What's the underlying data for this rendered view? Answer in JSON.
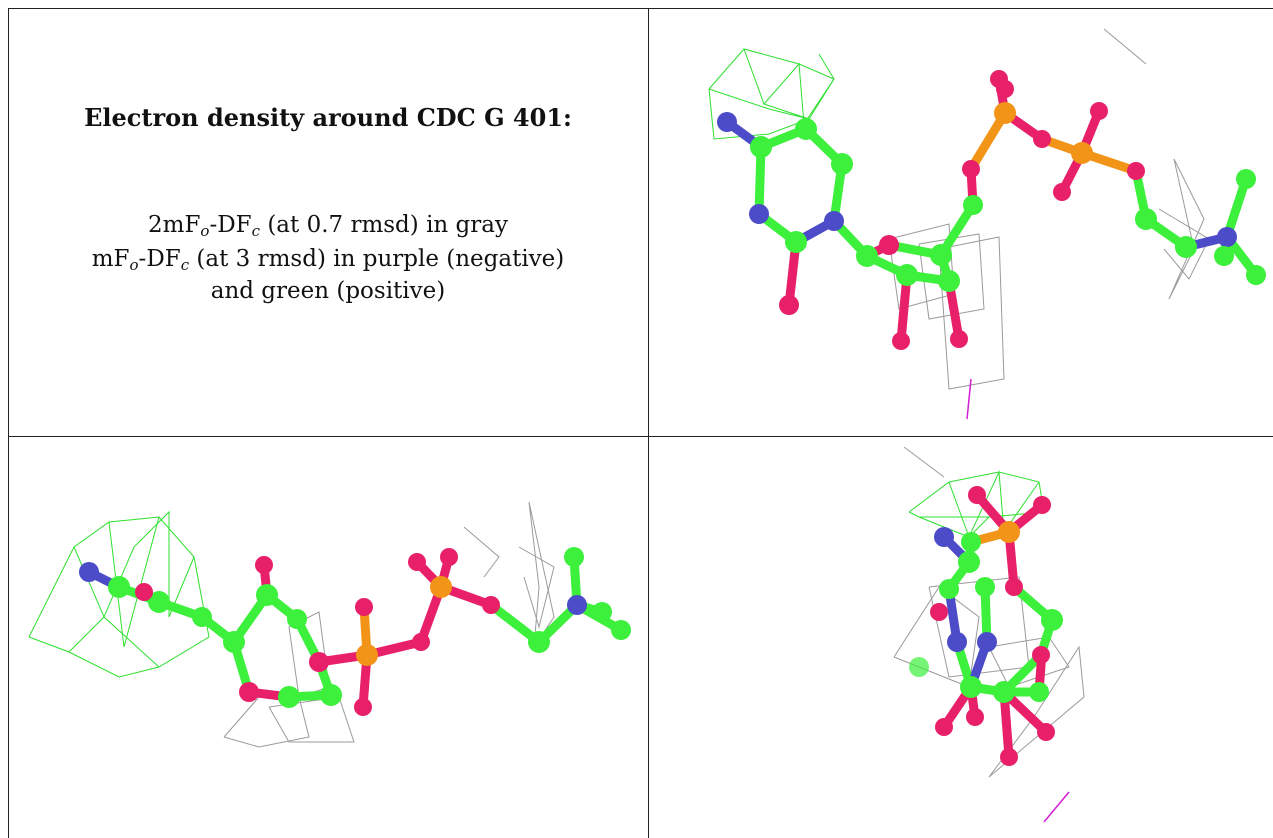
{
  "caption": {
    "title": "Electron density around CDC G 401:",
    "line1_prefix": "2mF",
    "line1_sub1": "o",
    "line1_mid": "-DF",
    "line1_sub2": "c",
    "line1_suffix": " (at 0.7 rmsd) in gray",
    "line2_prefix": "mF",
    "line2_sub1": "o",
    "line2_mid": "-DF",
    "line2_sub2": "c",
    "line2_suffix": " (at 3 rmsd) in purple (negative)",
    "line3": "and green (positive)"
  },
  "colors": {
    "carbon": "#3cf03c",
    "nitrogen": "#4c4cc8",
    "oxygen": "#e8206a",
    "phosphorus": "#f29418",
    "mesh_gray": "#9a9a9a",
    "mesh_green": "#2ee02e",
    "mesh_purple": "#d21ed2",
    "border": "#222222"
  },
  "views": [
    {
      "id": "view-top-right"
    },
    {
      "id": "view-bottom-left"
    },
    {
      "id": "view-bottom-right"
    }
  ]
}
